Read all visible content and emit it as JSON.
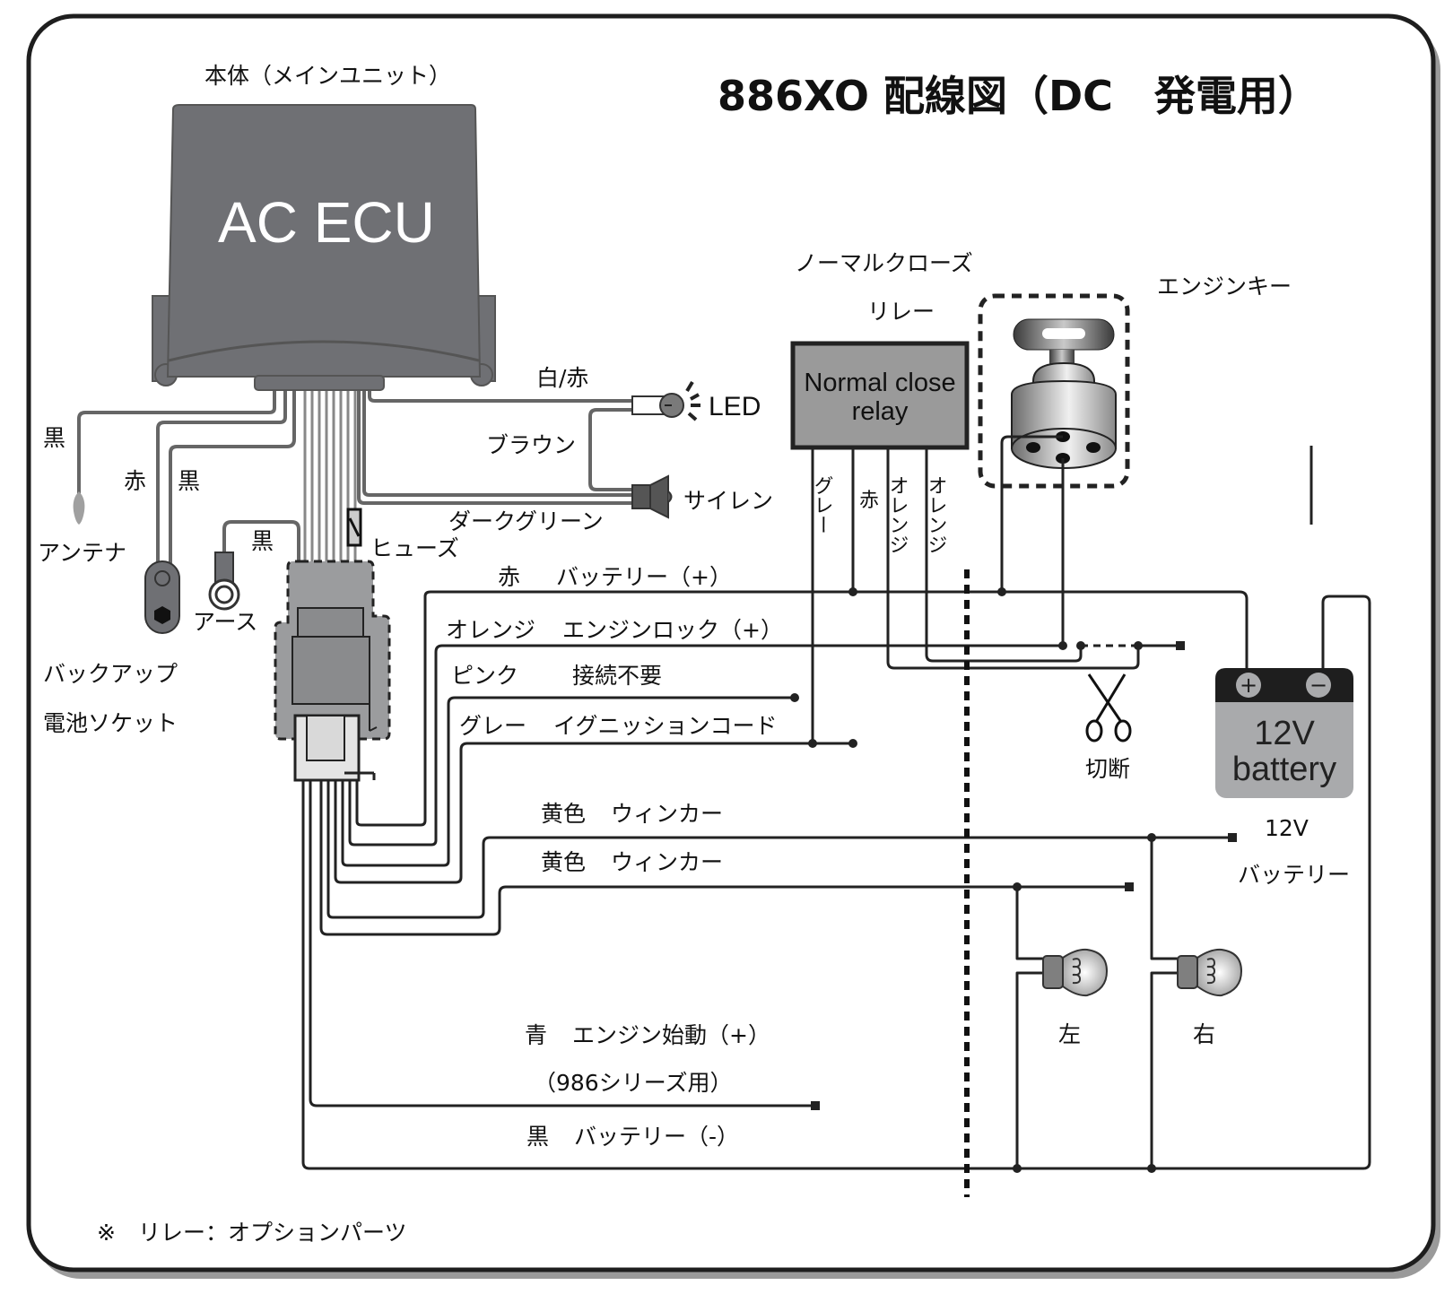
{
  "title": "886XO 配線図（DC　発電用）",
  "main_unit": {
    "caption": "本体（メインユニット）",
    "label": "AC ECU"
  },
  "left_parts": {
    "antenna_wire": "黒",
    "antenna": "アンテナ",
    "backup_wire_red": "赤",
    "backup_wire_black": "黒",
    "backup_line1": "バックアップ",
    "backup_line2": "電池ソケット",
    "ground_wire": "黒",
    "ground": "アース",
    "fuse": "ヒューズ"
  },
  "indicators": {
    "led_wire": "白/赤",
    "led": "LED",
    "brown_wire": "ブラウン",
    "siren": "サイレン",
    "siren_wire": "ダークグリーン"
  },
  "wires": [
    {
      "color": "赤",
      "function": "バッテリー（+）"
    },
    {
      "color": "オレンジ",
      "function": "エンジンロック（+）"
    },
    {
      "color": "ピンク",
      "function": "接続不要"
    },
    {
      "color": "グレー",
      "function": "イグニッションコード"
    },
    {
      "color": "黄色",
      "function": "ウィンカー"
    },
    {
      "color": "黄色",
      "function": "ウィンカー"
    },
    {
      "color": "青",
      "function": "エンジン始動（+）"
    },
    {
      "color": "",
      "function": "（986シリーズ用）"
    },
    {
      "color": "黒",
      "function": "バッテリー（-）"
    }
  ],
  "relay": {
    "caption_line1": "ノーマルクローズ",
    "caption_line2": "リレー",
    "line1": "Normal close",
    "line2": "relay",
    "terminals": [
      "グレー",
      "赤",
      "オレンジ",
      "オレンジ"
    ]
  },
  "engine_key": {
    "caption": "エンジンキー"
  },
  "cut": {
    "label": "切断"
  },
  "battery": {
    "plus": "+",
    "minus": "−",
    "line1": "12V",
    "line2": "battery",
    "terminal_line1": "12V",
    "terminal_line2": "バッテリー"
  },
  "lamps": {
    "left": "左",
    "right": "右"
  },
  "footnote": "※　リレー：オプションパーツ",
  "colors": {
    "ecu_body": "#6f7074",
    "relay_fill": "#9a9a9a",
    "battery_fill": "#a9aaac",
    "battery_top": "#1e1e1e",
    "connector_fill": "#9b9c9e",
    "frame": "#1e1e1e",
    "frame_shadow": "#9a9a9a"
  }
}
